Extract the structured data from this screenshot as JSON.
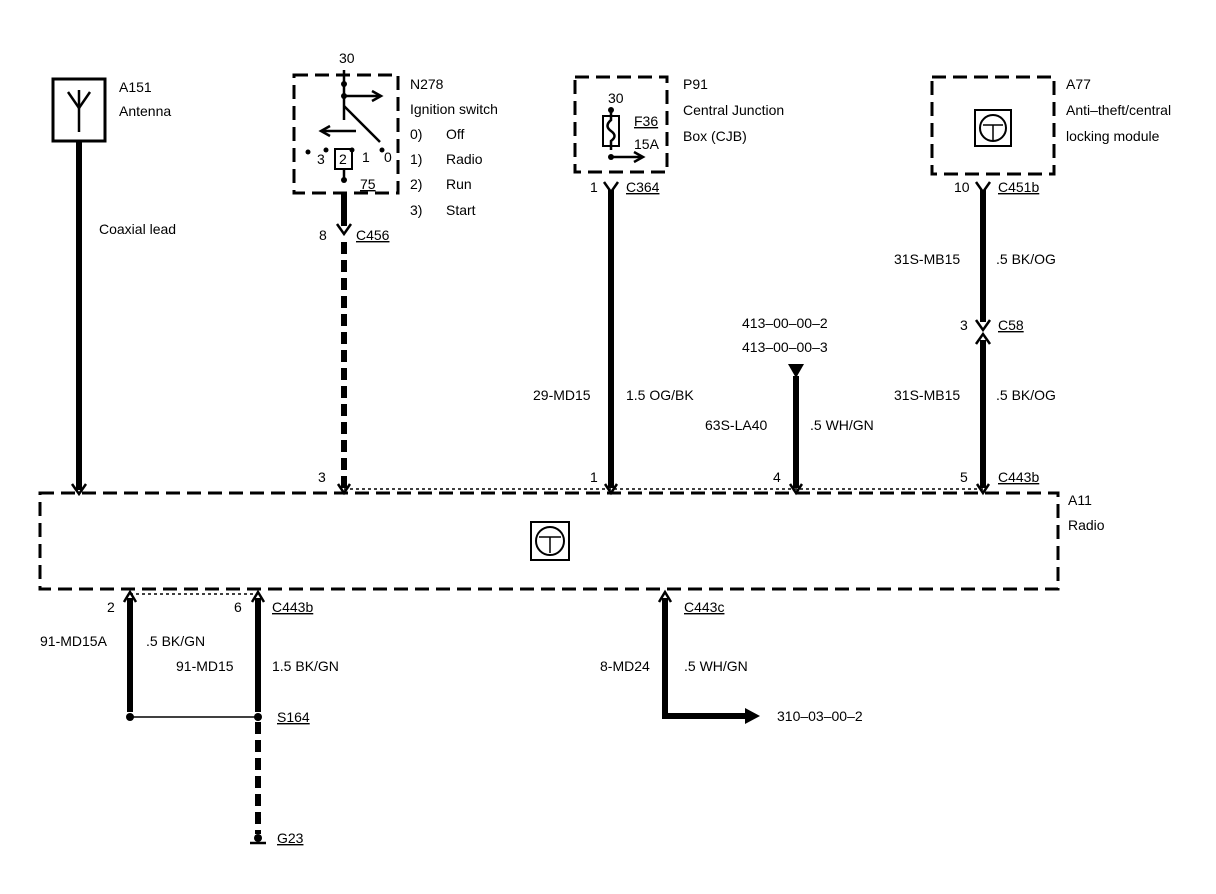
{
  "antenna": {
    "id": "A151",
    "name": "Antenna",
    "lead": "Coaxial lead"
  },
  "ignition": {
    "id": "N278",
    "name": "Ignition switch",
    "positions": [
      "0)",
      "1)",
      "2)",
      "3)"
    ],
    "position_labels": [
      "Off",
      "Radio",
      "Run",
      "Start"
    ],
    "terminal_top": "30",
    "terminal_bottom": "75",
    "contacts": [
      "3",
      "2",
      "1",
      "0"
    ],
    "pin": "8",
    "connector": "C456"
  },
  "cjb": {
    "id": "P91",
    "name_line1": "Central Junction",
    "name_line2": "Box (CJB)",
    "terminal": "30",
    "fuse": "F36",
    "rating": "15A",
    "pin": "1",
    "connector": "C364",
    "wire_code": "29-MD15",
    "wire_spec": "1.5 OG/BK"
  },
  "antitheft": {
    "id": "A77",
    "name_line1": "Anti–theft/central",
    "name_line2": "locking module",
    "pin": "10",
    "connector": "C451b",
    "wire_code_upper": "31S-MB15",
    "wire_spec_upper": ".5 BK/OG",
    "inline_pin": "3",
    "inline_connector": "C58",
    "wire_code_lower": "31S-MB15",
    "wire_spec_lower": ".5 BK/OG"
  },
  "lighting": {
    "ref1": "413–00–00–2",
    "ref2": "413–00–00–3",
    "wire_code": "63S-LA40",
    "wire_spec": ".5 WH/GN"
  },
  "radio": {
    "id": "A11",
    "name": "Radio",
    "top_pins": [
      "3",
      "1",
      "4",
      "5"
    ],
    "top_connector": "C443b",
    "bottom_pins": [
      "2",
      "6"
    ],
    "bottom_connector_left": "C443b",
    "bottom_connector_right": "C443c"
  },
  "ground_wires": {
    "wire_a_code": "91-MD15A",
    "wire_a_spec": ".5 BK/GN",
    "wire_b_code": "91-MD15",
    "wire_b_spec": "1.5 BK/GN",
    "splice": "S164",
    "ground": "G23"
  },
  "speaker_wire": {
    "wire_code": "8-MD24",
    "wire_spec": ".5 WH/GN",
    "ref": "310–03–00–2"
  }
}
